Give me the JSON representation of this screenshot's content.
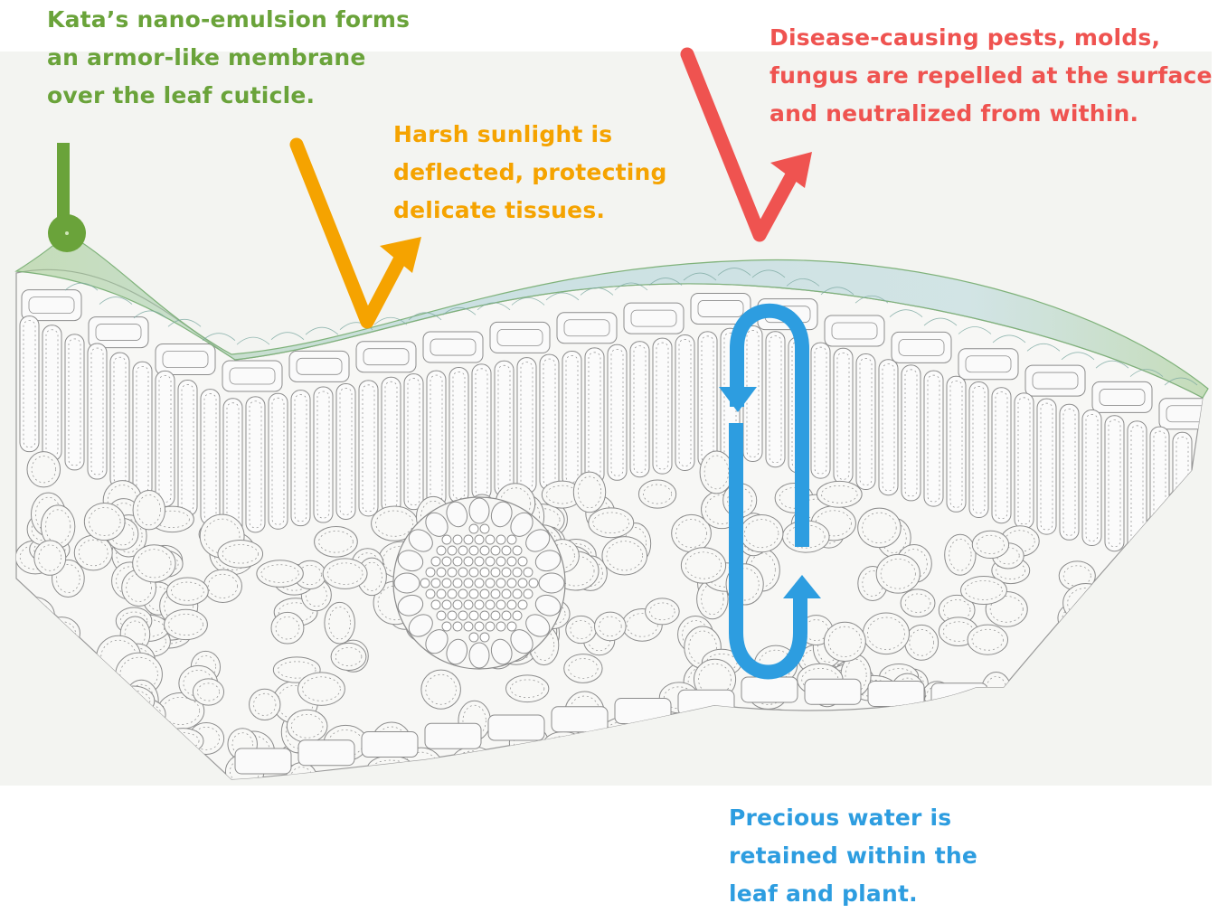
{
  "colors": {
    "background_panel": "#f3f4f1",
    "membrane_green": "#6aa33a",
    "sunlight_orange": "#f5a300",
    "pest_red": "#ef5350",
    "water_blue": "#2d9de0",
    "cell_outline": "#8c8c8c"
  },
  "callouts": {
    "membrane": {
      "lines": [
        "Kata’s nano-emulsion forms",
        "an armor-like membrane",
        "over the leaf cuticle."
      ],
      "color": "#6aa33a"
    },
    "sunlight": {
      "lines": [
        "Harsh sunlight is",
        "deflected, protecting",
        "delicate tissues."
      ],
      "color": "#f5a300"
    },
    "pests": {
      "lines": [
        "Disease-causing pests, molds,",
        "fungus are repelled at the surface",
        "and neutralized from within."
      ],
      "color": "#ef5350"
    },
    "water": {
      "lines": [
        "Precious water is",
        "retained within the",
        "leaf and plant."
      ],
      "color": "#2d9de0"
    }
  },
  "icons": [
    "membrane-pin-icon",
    "sunlight-deflect-arrow-icon",
    "pest-repel-arrow-icon",
    "water-cycle-arrow-icon"
  ]
}
